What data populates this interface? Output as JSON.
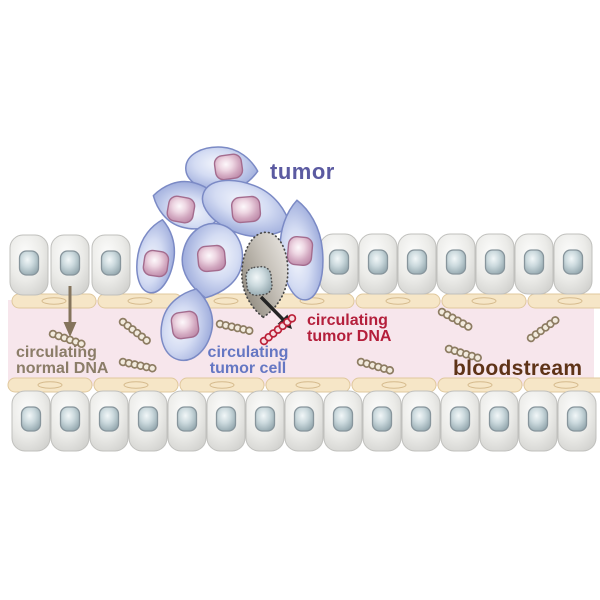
{
  "figure": {
    "labels": {
      "tumor": {
        "text": "tumor",
        "color": "#5b5aa1"
      },
      "circulating_tumor_cell": {
        "line1": "circulating",
        "line2": "tumor cell",
        "color": "#6577c3"
      },
      "circulating_tumor_dna": {
        "line1": "circulating",
        "line2": "tumor DNA",
        "color": "#b41f3b"
      },
      "circulating_normal_dna": {
        "line1": "circulating",
        "line2": "normal DNA",
        "color": "#8b7d68"
      },
      "bloodstream": {
        "text": "bloodstream",
        "color": "#5e3317"
      }
    },
    "colors": {
      "bloodstream_fill": "#f7e6ec",
      "vessel_wall_fill": "#f6e6c7",
      "vessel_wall_stroke": "#e0c89d",
      "normal_cell_fill": "#e9e9e6",
      "tumor_cell_fill": "#aab8e0",
      "tumor_cell_nucleus": "#c795b1",
      "apoptotic_cell_fill": "#b3aca1",
      "tumor_dna_color": "#bb2038",
      "normal_dna_color": "#8d7c62"
    }
  }
}
